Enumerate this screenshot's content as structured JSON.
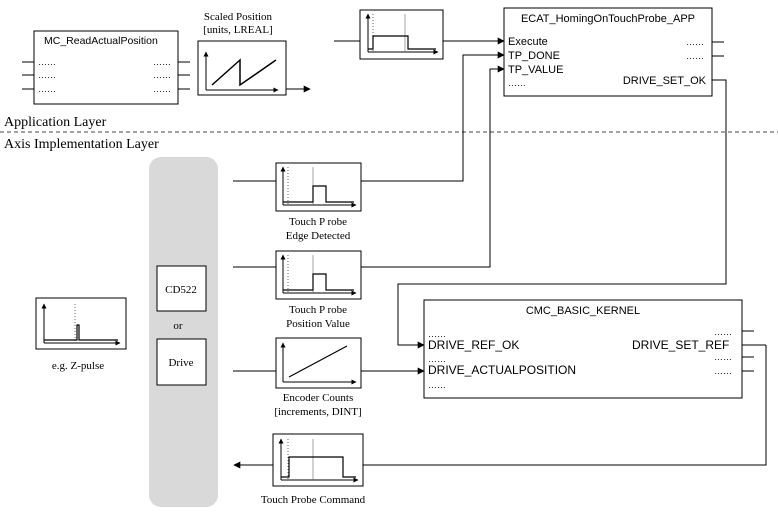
{
  "layers": {
    "application": "Application Layer",
    "axis": "Axis Implementation Layer"
  },
  "blocks": {
    "read_pos": {
      "title": "MC_ReadActualPosition",
      "inputs": [
        "……",
        "……",
        "……"
      ],
      "outputs": [
        "……",
        "……",
        "……"
      ]
    },
    "homing": {
      "title": "ECAT_HomingOnTouchProbe_APP",
      "inputs": [
        "Execute",
        "TP_DONE",
        "TP_VALUE",
        "……"
      ],
      "outputs": [
        "……",
        "……",
        "DRIVE_SET_OK"
      ]
    },
    "kernel": {
      "title": "CMC_BASIC_KERNEL",
      "inputs": [
        "……",
        "DRIVE_REF_OK",
        "……",
        "DRIVE_ACTUALPOSITION",
        "……"
      ],
      "outputs": [
        "……",
        "DRIVE_SET_REF",
        "……",
        "……"
      ]
    }
  },
  "signals": {
    "scaled_position": [
      "Scaled Position",
      "[units, LREAL]"
    ],
    "tp_edge": [
      "Touch P robe",
      "Edge Detected"
    ],
    "tp_position": [
      "Touch P robe",
      "Position Value"
    ],
    "encoder": [
      "Encoder Counts",
      "[increments, DINT]"
    ],
    "tp_command": [
      "Touch Probe Command"
    ],
    "zpulse": [
      "e.g. Z-pulse"
    ]
  },
  "device": {
    "cd522": "CD522",
    "or": "or",
    "drive": "Drive"
  }
}
